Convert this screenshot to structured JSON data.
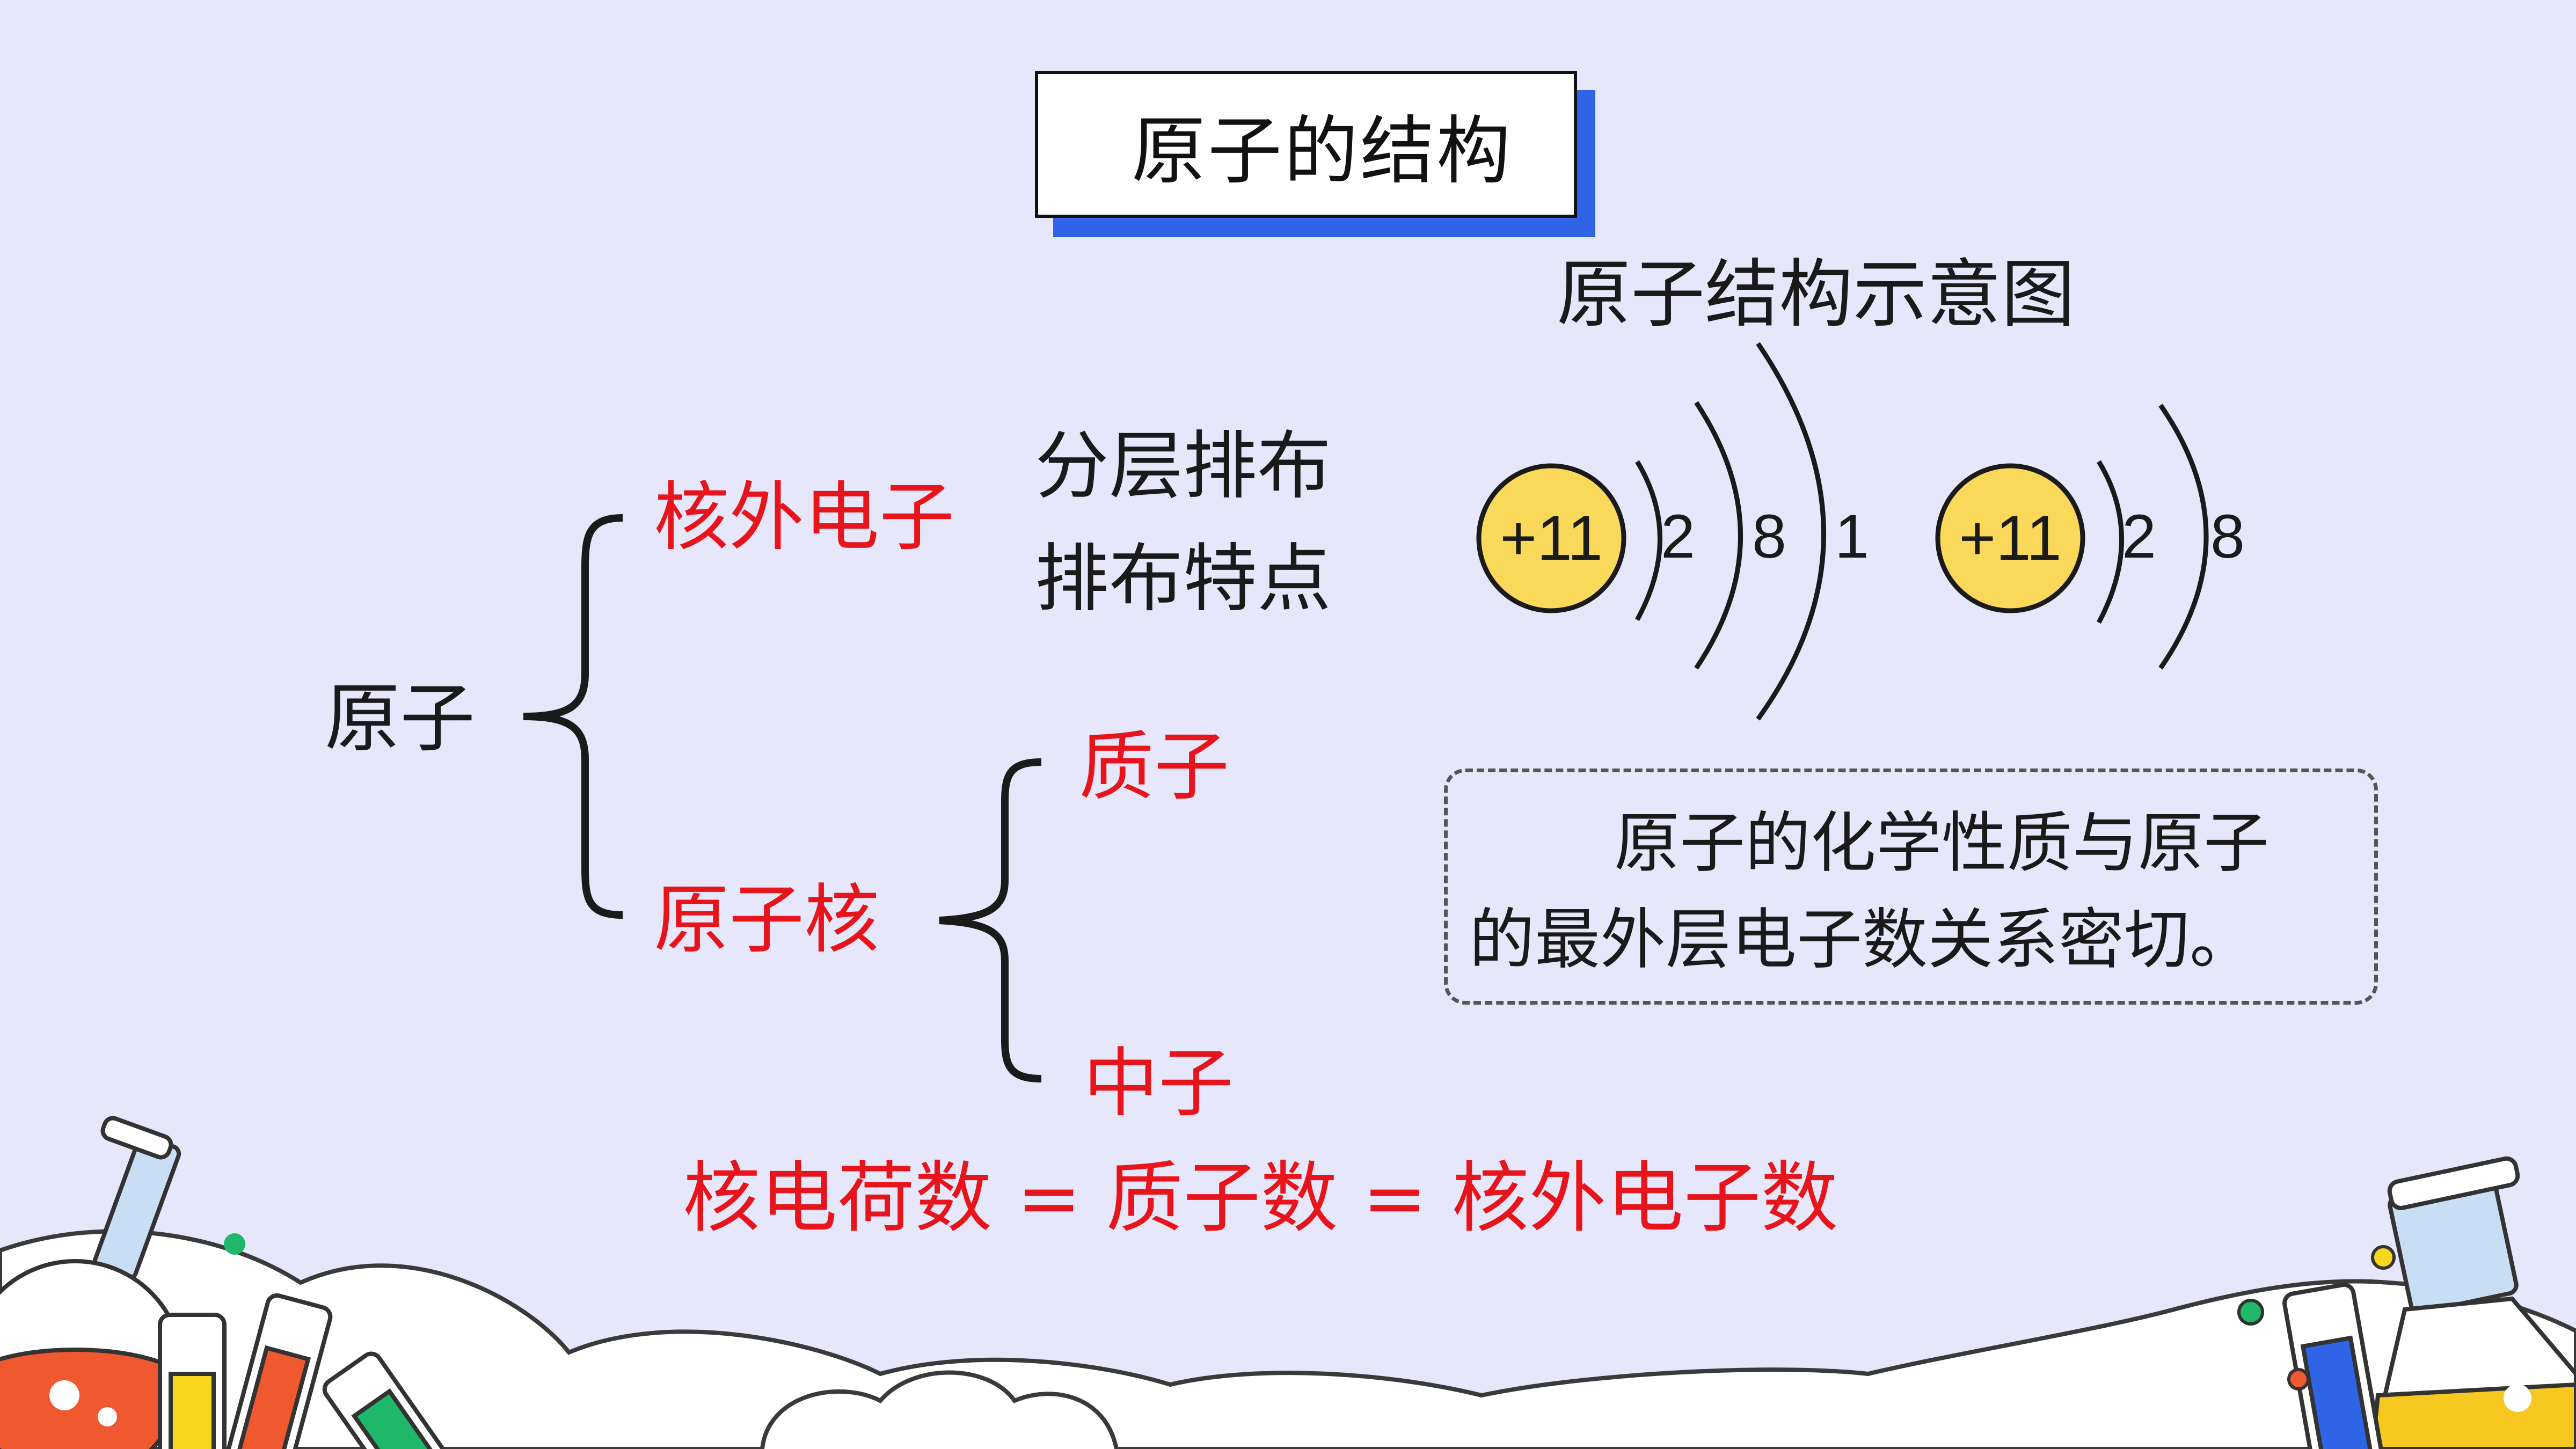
{
  "title": "原子的结构",
  "diagram_title": "原子结构示意图",
  "tree": {
    "root": "原子",
    "branch_electron": "核外电子",
    "electron_items": [
      "分层排布",
      "排布特点"
    ],
    "branch_nucleus": "原子核",
    "nucleus_items": [
      "质子",
      "中子"
    ]
  },
  "atoms": [
    {
      "nucleus": "+11",
      "shells": [
        "2",
        "8",
        "1"
      ]
    },
    {
      "nucleus": "+11",
      "shells": [
        "2",
        "8"
      ]
    }
  ],
  "note": {
    "line1": "原子的化学性质与原子",
    "line2": "的最外层电子数关系密切。"
  },
  "equation": "核电荷数 = 质子数 = 核外电子数",
  "colors": {
    "background": "#e6e7fb",
    "accent_red": "#e8141c",
    "title_shadow": "#2f64e6",
    "nucleus_fill": "#f9d85a"
  }
}
